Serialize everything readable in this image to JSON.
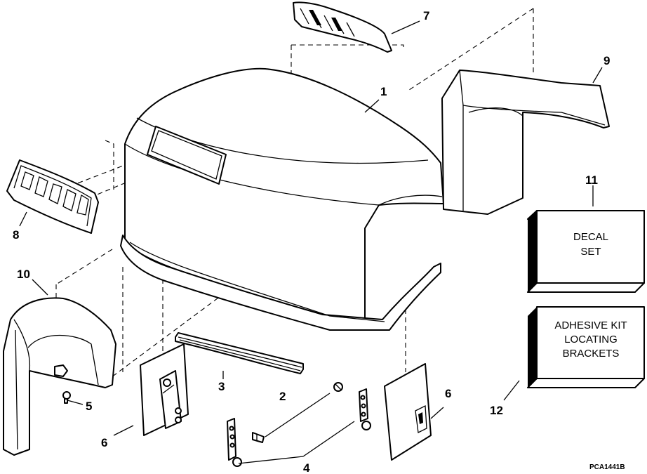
{
  "callouts": {
    "c1": "1",
    "c2": "2",
    "c3": "3",
    "c4": "4",
    "c5": "5",
    "c6a": "6",
    "c6b": "6",
    "c7": "7",
    "c8": "8",
    "c9": "9",
    "c10": "10",
    "c11": "11",
    "c12": "12"
  },
  "boxes": {
    "decal_line1": "DECAL",
    "decal_line2": "SET",
    "kit_line1": "ADHESIVE KIT",
    "kit_line2": "LOCATING",
    "kit_line3": "BRACKETS"
  },
  "drawing_code": "PCA1441B"
}
